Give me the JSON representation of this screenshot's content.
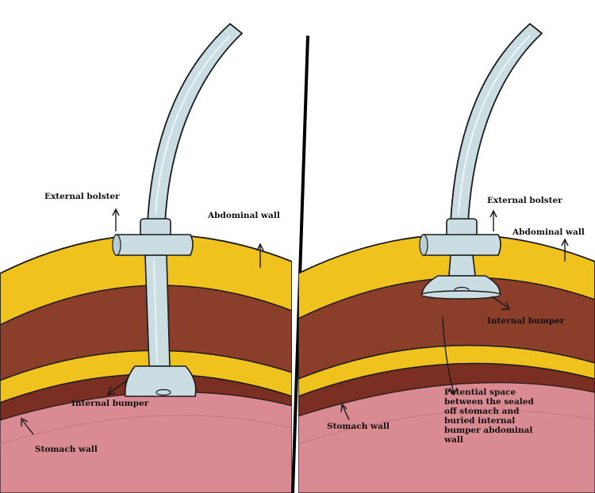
{
  "left_panel": {
    "labels": {
      "external_bolster": "External bolster",
      "abdominal_wall": "Abdominal wall",
      "internal_bumper": "Internal bumper",
      "stomach_wall": "Stomach wall"
    }
  },
  "right_panel": {
    "labels": {
      "external_bolster": "External bolster",
      "abdominal_wall": "Abdominal wall",
      "internal_bumper": "Internal bumper",
      "stomach_wall": "Stomach wall",
      "potential_space_lines": [
        "Potential space",
        "between the sealed",
        "off stomach and",
        "buried internal",
        "bumper abdominal",
        "wall"
      ]
    }
  },
  "colors": {
    "fat": "#f0c21e",
    "muscle": "#8b3f2a",
    "stomach_outer": "#7a2f22",
    "stomach_inner": "#d98a92",
    "tube": "#c9dde3",
    "outline": "#1a1a1a",
    "divider": "#000000"
  }
}
